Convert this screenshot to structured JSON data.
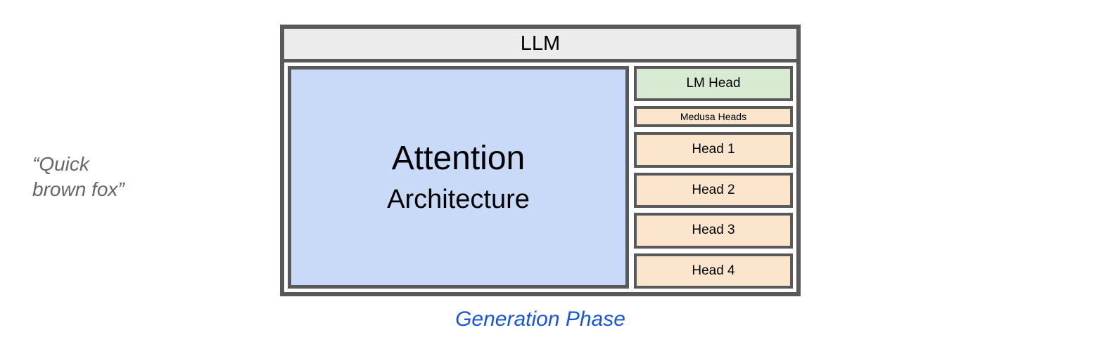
{
  "prompt": {
    "text": "“Quick\nbrown fox”"
  },
  "diagram": {
    "title": "LLM",
    "attention": {
      "line1": "Attention",
      "line2": "Architecture"
    },
    "lm_head_label": "LM Head",
    "medusa_label": "Medusa Heads",
    "heads": [
      "Head 1",
      "Head 2",
      "Head 3",
      "Head 4"
    ]
  },
  "caption": "Generation Phase",
  "colors": {
    "border": "#595959",
    "llm_header_bg": "#ececec",
    "attention_bg": "#c9daf8",
    "lm_head_bg": "#d9ead3",
    "medusa_head_bg": "#fce5cd",
    "caption_text": "#1a56db",
    "prompt_text": "#666666"
  }
}
